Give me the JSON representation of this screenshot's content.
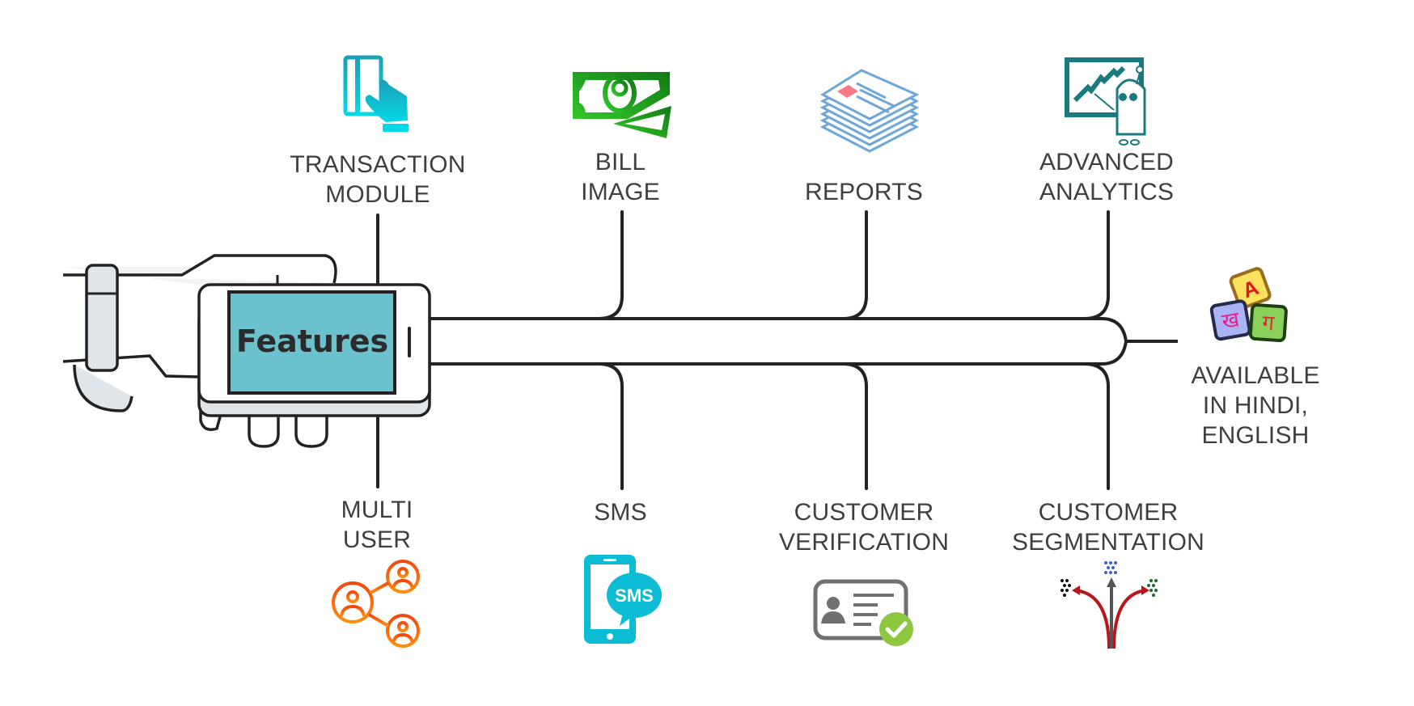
{
  "center": {
    "title": "Features",
    "screen_color": "#6cc2cc"
  },
  "top_features": [
    {
      "label": "TRANSACTION\nMODULE",
      "icon": "card-payment-icon",
      "color": "#1aa8c0"
    },
    {
      "label": "BILL\nIMAGE",
      "icon": "money-bill-icon",
      "color": "#2db82d"
    },
    {
      "label": "REPORTS",
      "icon": "report-stack-icon",
      "color": "#6fa8d6"
    },
    {
      "label": "ADVANCED\nANALYTICS",
      "icon": "analytics-robot-icon",
      "color": "#1b7a80"
    }
  ],
  "bottom_features": [
    {
      "label": "MULTI\nUSER",
      "icon": "user-network-icon",
      "color": "#f5620f"
    },
    {
      "label": "SMS",
      "icon": "sms-phone-icon",
      "color": "#0bbcd4"
    },
    {
      "label": "CUSTOMER\nVERIFICATION",
      "icon": "id-card-check-icon",
      "color": "#707070"
    },
    {
      "label": "CUSTOMER\nSEGMENTATION",
      "icon": "segmentation-arrows-icon",
      "color": "#b8161b"
    }
  ],
  "end_feature": {
    "label": "AVAILABLE\nIN HINDI, ENGLISH",
    "icon": "language-blocks-icon",
    "blocks": [
      "A",
      "ख",
      "ग"
    ]
  },
  "colors": {
    "line": "#222222",
    "text": "#3f3f3f"
  }
}
